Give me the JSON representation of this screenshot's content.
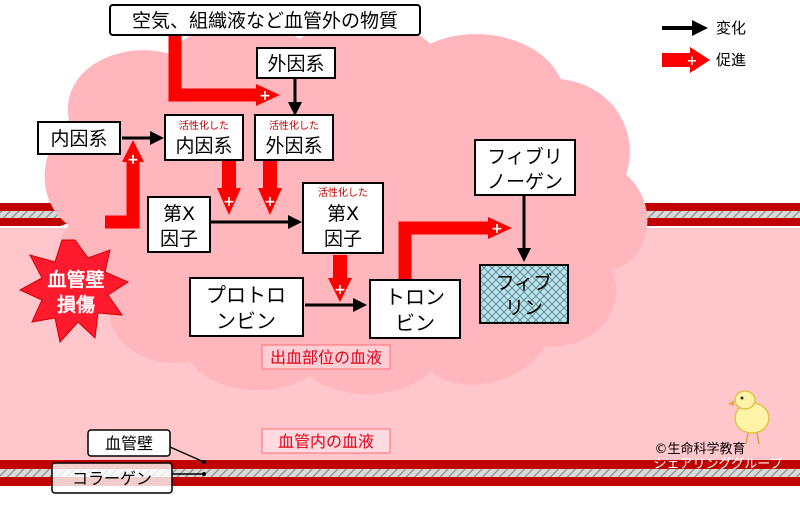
{
  "labels": {
    "top_source": "空気、組織液など血管外の物質",
    "extrinsic": "外因系",
    "intrinsic": "内因系",
    "activated": "活性化した",
    "active_intrinsic": "内因系",
    "active_extrinsic": "外因系",
    "factor_x_line1": "第X",
    "factor_x_line2": "因子",
    "active_factor_x_line1": "第X",
    "active_factor_x_line2": "因子",
    "fibrinogen_line1": "フィブリ",
    "fibrinogen_line2": "ノーゲン",
    "fibrin_line1": "フィブ",
    "fibrin_line2": "リン",
    "prothrombin_line1": "プロトロ",
    "prothrombin_line2": "ンビン",
    "thrombin_line1": "トロン",
    "thrombin_line2": "ビン",
    "damage_line1": "血管壁",
    "damage_line2": "損傷",
    "bleeding_blood": "出血部位の血液",
    "intravascular_blood": "血管内の血液",
    "vessel_wall": "血管壁",
    "collagen": "コラーゲン"
  },
  "legend": {
    "change": "変化",
    "promote": "促進"
  },
  "credit": {
    "line1": "©生命科学教育",
    "line2": "シェアリンググループ"
  },
  "colors": {
    "blood": "#ffc7cc",
    "cloud": "#ffb6bd",
    "vessel_red": "#c00000",
    "promote_red": "#ff0000",
    "fibrin_fill": "#bfe3ea"
  }
}
